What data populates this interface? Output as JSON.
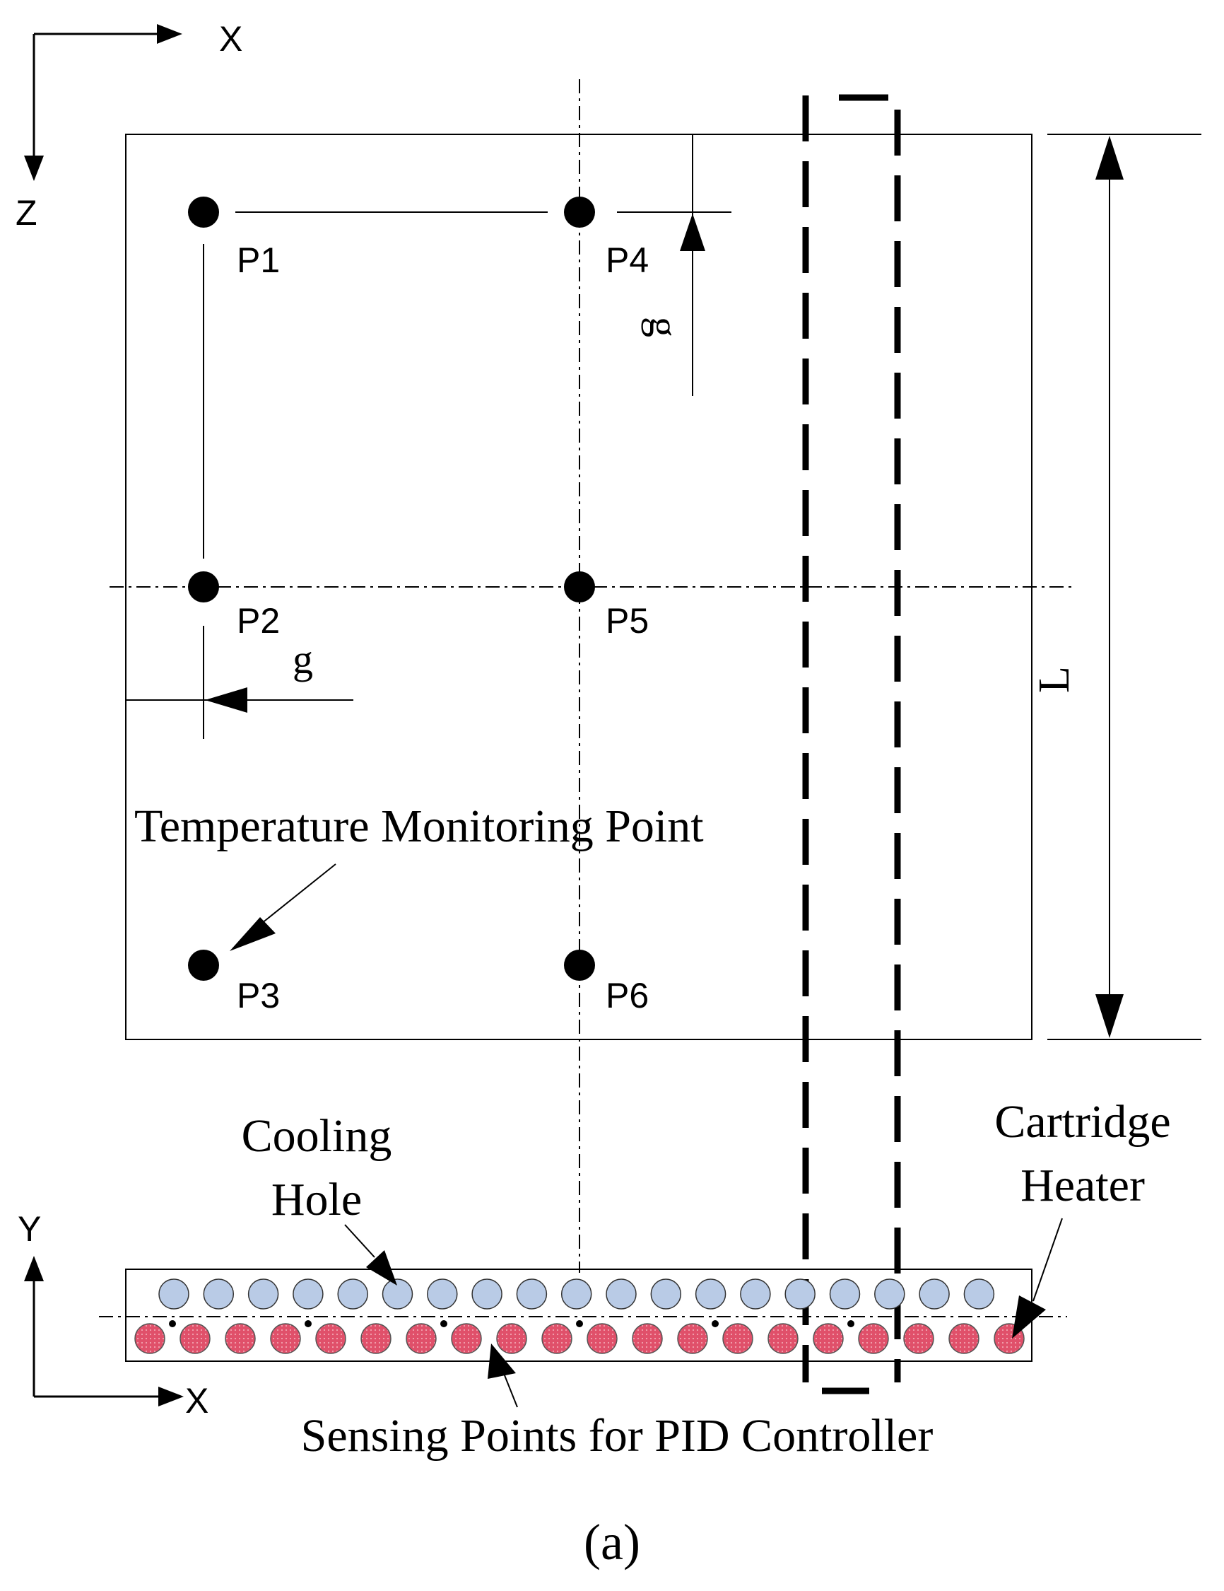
{
  "axes_top": {
    "x_label": "X",
    "z_label": "Z"
  },
  "axes_bottom": {
    "y_label": "Y",
    "x_label": "X"
  },
  "points": [
    {
      "id": "p1",
      "label": "P1"
    },
    {
      "id": "p2",
      "label": "P2"
    },
    {
      "id": "p3",
      "label": "P3"
    },
    {
      "id": "p4",
      "label": "P4"
    },
    {
      "id": "p5",
      "label": "P5"
    },
    {
      "id": "p6",
      "label": "P6"
    }
  ],
  "dimensions": {
    "g_vertical": "g",
    "g_horizontal": "g",
    "length": "L"
  },
  "annotations": {
    "temperature_monitoring": "Temperature Monitoring Point",
    "cooling_hole_line1": "Cooling",
    "cooling_hole_line2": "Hole",
    "cartridge_heater_line1": "Cartridge",
    "cartridge_heater_line2": "Heater",
    "sensing_points": "Sensing Points for PID Controller"
  },
  "caption": "(a)",
  "colors": {
    "cooling_hole": "#b9cbe6",
    "cartridge_heater": "#e0506a",
    "line": "#000000"
  },
  "counts": {
    "cooling_holes": 19,
    "cartridge_heaters": 20
  }
}
